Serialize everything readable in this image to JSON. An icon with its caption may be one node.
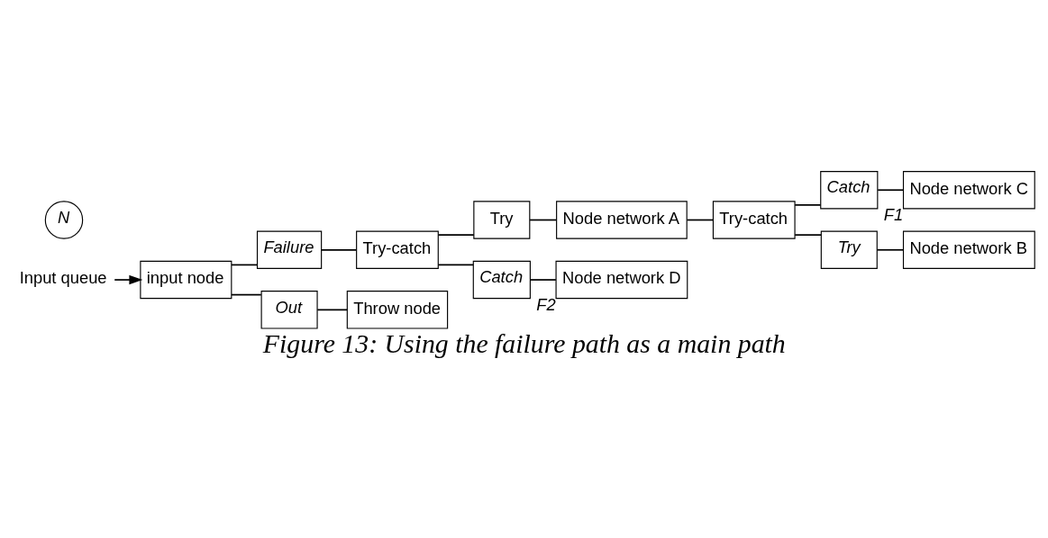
{
  "diagram": {
    "caption": "Figure 13: Using the failure path as a main path",
    "nodes": [
      {
        "text": [
          "Input queue"
        ]
      },
      {
        "text": [
          "input node"
        ]
      },
      {
        "text": [
          "Failure"
        ]
      },
      {
        "text": [
          "Out"
        ]
      },
      {
        "text": [
          "Try-catch"
        ]
      },
      {
        "text": [
          "Try"
        ]
      },
      {
        "text": [
          "Catch"
        ]
      },
      {
        "text": [
          "Node network A"
        ]
      },
      {
        "text": [
          "Try-catch"
        ]
      },
      {
        "text": [
          "Catch"
        ]
      },
      {
        "text": [
          "Try"
        ]
      },
      {
        "text": [
          "Node network C"
        ],
        "beside": [
          "F1"
        ]
      },
      {
        "text": [
          "Node network B"
        ]
      },
      {
        "text": [
          "Throw node"
        ]
      },
      {
        "text": [
          "Node network D"
        ],
        "beside": [
          "F2"
        ]
      }
    ],
    "edges": [
      {
        "from": 0,
        "to": 1,
        "arrow": "to"
      },
      {
        "from": 1,
        "to": 2,
        "arrow": "none"
      },
      {
        "from": 1,
        "to": 3,
        "arrow": "none"
      },
      {
        "from": 2,
        "to": 4,
        "arrow": "none"
      },
      {
        "from": 4,
        "to": 5,
        "arrow": "none"
      },
      {
        "from": 4,
        "to": 6,
        "arrow": "none"
      },
      {
        "from": 5,
        "to": 7,
        "arrow": "none"
      },
      {
        "from": 7,
        "to": 8,
        "arrow": "none"
      },
      {
        "from": 8,
        "to": 9,
        "arrow": "none"
      },
      {
        "from": 8,
        "to": 10,
        "arrow": "none"
      },
      {
        "from": 9,
        "to": 11,
        "arrow": "none"
      },
      {
        "from": 10,
        "to": 12,
        "arrow": "none"
      },
      {
        "from": 3,
        "to": 13,
        "arrow": "none"
      },
      {
        "from": 6,
        "to": 14,
        "arrow": "none"
      }
    ],
    "labels": [
      "N"
    ]
  }
}
